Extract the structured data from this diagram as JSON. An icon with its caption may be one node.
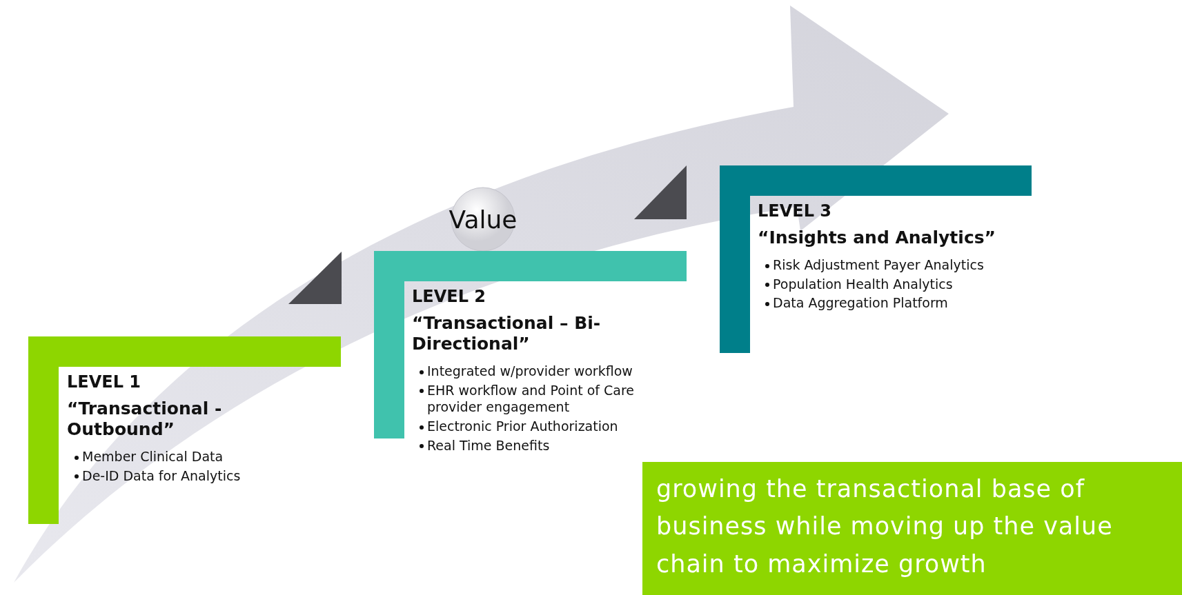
{
  "diagram": {
    "nodes": [
      {
        "text": [
          "LEVEL 1",
          "“Transactional - Outbound”",
          "Member Clinical Data",
          "De-ID Data for Analytics"
        ]
      },
      {
        "text": [
          "Value"
        ]
      },
      {
        "text": [
          "LEVEL 2",
          "“Transactional – Bi-Directional”",
          "Integrated w/provider workflow",
          "EHR workflow and Point of Care provider engagement",
          "Electronic Prior Authorization",
          "Real Time Benefits"
        ]
      },
      {
        "text": [
          "LEVEL 3",
          "“Insights and Analytics”",
          "Risk Adjustment Payer Analytics",
          "Population Health Analytics",
          "Data Aggregation Platform"
        ]
      },
      {
        "text": [
          "growing the transactional base of business while moving up the value chain to maximize growth"
        ]
      }
    ],
    "edges": []
  }
}
